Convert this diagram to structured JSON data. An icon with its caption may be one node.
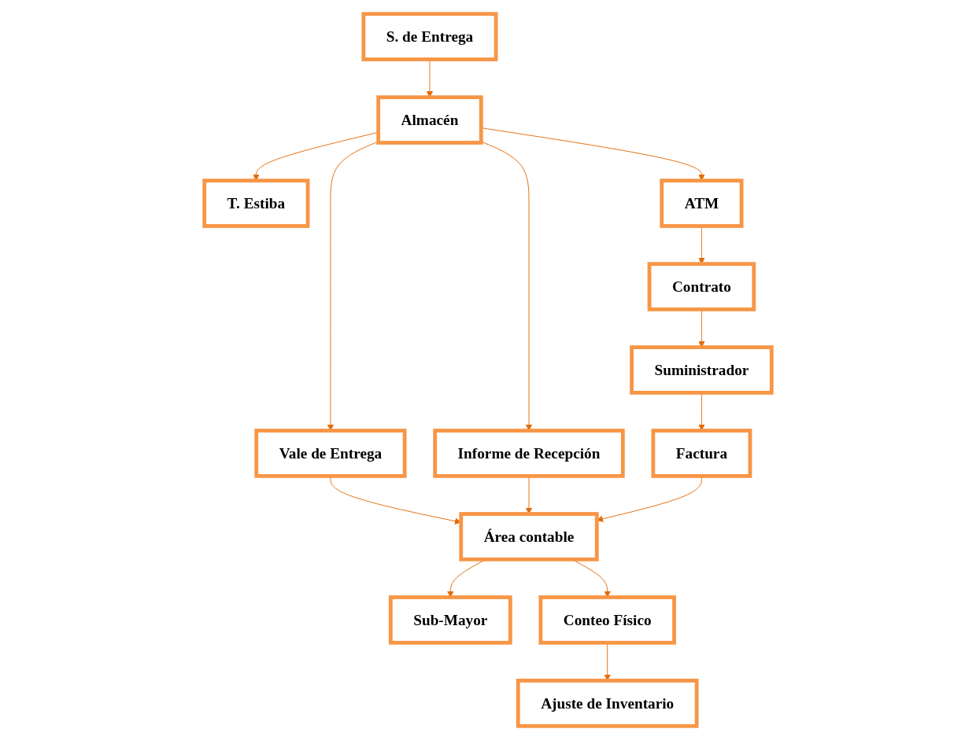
{
  "diagram": {
    "nodes": [
      {
        "text": [
          "S. de Entrega"
        ]
      },
      {
        "text": [
          "Almacén"
        ]
      },
      {
        "text": [
          "Informe de Recepción"
        ]
      },
      {
        "text": [
          "T. Estiba"
        ]
      },
      {
        "text": [
          "Vale de Entrega"
        ]
      },
      {
        "text": [
          "Área contable"
        ]
      },
      {
        "text": [
          "Sub-Mayor"
        ]
      },
      {
        "text": [
          "ATM"
        ]
      },
      {
        "text": [
          "Conteo Físico"
        ]
      },
      {
        "text": [
          "Contrato"
        ]
      },
      {
        "text": [
          "Ajuste de Inventario"
        ]
      },
      {
        "text": [
          "Suministrador"
        ]
      },
      {
        "text": [
          "Factura"
        ]
      }
    ],
    "edges": [
      {
        "from": 0,
        "to": 1,
        "arrow": "to"
      },
      {
        "from": 1,
        "to": 2,
        "arrow": "to"
      },
      {
        "from": 1,
        "to": 3,
        "arrow": "to"
      },
      {
        "from": 1,
        "to": 4,
        "arrow": "to"
      },
      {
        "from": 1,
        "to": 7,
        "arrow": "to"
      },
      {
        "from": 4,
        "to": 5,
        "arrow": "to"
      },
      {
        "from": 2,
        "to": 5,
        "arrow": "to"
      },
      {
        "from": 5,
        "to": 6,
        "arrow": "to"
      },
      {
        "from": 5,
        "to": 8,
        "arrow": "to"
      },
      {
        "from": 7,
        "to": 9,
        "arrow": "to"
      },
      {
        "from": 8,
        "to": 10,
        "arrow": "to"
      },
      {
        "from": 9,
        "to": 11,
        "arrow": "to"
      },
      {
        "from": 11,
        "to": 12,
        "arrow": "to"
      },
      {
        "from": 12,
        "to": 5,
        "arrow": "to"
      }
    ]
  }
}
